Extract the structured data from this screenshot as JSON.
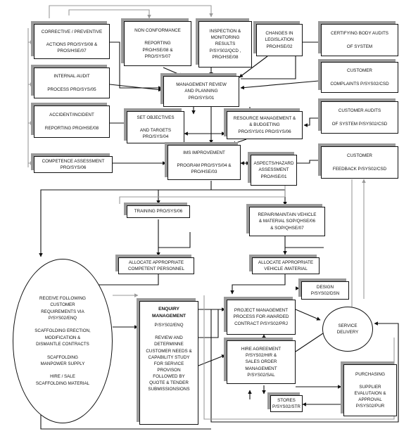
{
  "nodes": {
    "corrective": "CORRECTIVE / PREVENTIVE\n\nACTIONS PRO/SYS/08 &\nPROS/HSE/07",
    "nonconf": "NON CONFORMANCE\n\nREPORTING\nPRO/HSE/08 &\nPRO/SYS/07",
    "inspection": "INSPECTION &\nMONITORING\nRESULTS\nP/SYS02/QCD ,\nPRO/HSE/08",
    "legislation": "CHANGES IN\nLEGISLATION\nPRO/HSE/02",
    "certifying": "CERTIFYING BODY AUDITS\n\nOF SYSTEM",
    "audit": "INTERNAL AUDIT\n\nPROCESS PRO/SYS/05",
    "mgmt_review": "MANAGEMENT REVIEW\nAND PLANNING\nPRO/SYS/01",
    "complaints": "CUSTOMER\n\nCOMPLAINTS P/SYS02/CSD",
    "accident": "ACCIDENT/INCIDENT\n\nREPORTING PRO/HSE/08",
    "objectives": "SET OBJECTIVES\n\nAND TARGETS\nPRO/SYS/04",
    "resource": "RESOURCE MANAGEMENT &\n& BUDGETING\nPRO/SYS/01 PRO/SYS/06",
    "cust_audits": "CUSTOMER AUDITS\n\nOF SYSTEM P/SYS02/CSD",
    "competence": "COMPETENCE ASSESSMENT\nPRO/SYS/06",
    "ims": "IMS IMPROVEMENT\n\nPROGRAM PRO/SYS/04 &\nPRO/HSE/03",
    "aspects": "ASPECTS/HAZARD\nASSESSMENT\nPRO/HSE/01",
    "feedback": "CUSTOMER\n\nFEEDBACK P/SYS02/CSD",
    "training": "TRAINING PRO/SYS/06",
    "repair": "REPAIR/MAINTAIN VEHICLE\n& MATERIAL  SOP/QHSE/06\n& SOP/QHSE/07",
    "personnel": "ALLOCATE APPROPRIATE\nCOMPETENT PERSONNEL",
    "vehicle": "ALLOCATE APPROPRIATE\nVEHICLE /MATERIAL",
    "receive": "RECEIVE FOLLOWING\nCUSTOMER\nREQUIREMENTS VIA\nP/SYS02/ENQ\n\nSCAFFOLDING ERECTION,\nMODIFICATION &\nDISMANTLE CONTRACTS\n\nSCAFFOLDING\nMANPOWER SUPPLY\n\nHIRE / SALE\nSCAFFOLDING MATERIAL",
    "enquiry_title": "ENQUIRY\nMANAGEMENT",
    "enquiry_body": "P/SYS02/ENQ\n\nREVIEW AND\nDETERMINNE\nCUSTOMER NEEDS &\nCAPABILITY STUDY\nFOR SERVICE\nPROVISON\nFOLLOWED BY\nQUOTE & TENDER\nSUBMISSIONSIONS",
    "design": "DESIGN\nP/SYS02/DSN",
    "project": "PROJECT MANAGEMENT\nPROCESS FOR AWARDED\nCONTRACT   P/SYS02/PRJ",
    "service": "SERVICE\nDELIVERY",
    "hire": "HIRE AGREEMENT\nP/SYS02/HIR &\nSALES ORDER\nMANAGEMENT\nP/SYS02/SAL",
    "purchasing": "PURCHASING\n\nSUPPLIER\nEVALUTAION &\nAPPROVAL\nP/SYS02/PUR",
    "stores": "STORES\nP/SYS02/STR"
  },
  "colors": {
    "line": "#111111",
    "feedback_line": "#9a9a9a",
    "shadow": "#9a9a9a"
  }
}
